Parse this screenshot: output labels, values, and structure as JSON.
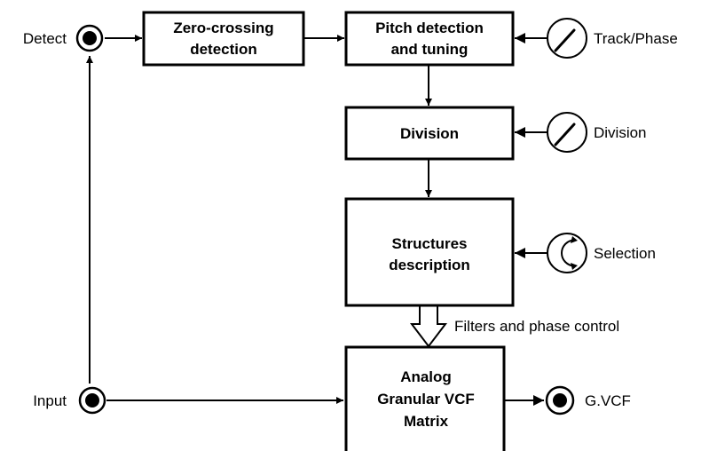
{
  "blocks": {
    "zero_crossing": [
      "Zero-crossing",
      "detection"
    ],
    "pitch": [
      "Pitch detection",
      "and tuning"
    ],
    "division": "Division",
    "structures": [
      "Structures",
      "description"
    ],
    "vcf": [
      "Analog",
      "Granular VCF",
      "Matrix"
    ]
  },
  "jacks": {
    "detect": "Detect",
    "input": "Input",
    "output": "G.VCF"
  },
  "controls": {
    "track_phase": "Track/Phase",
    "division": "Division",
    "selection": "Selection"
  },
  "annotations": {
    "filters": "Filters and phase control"
  }
}
